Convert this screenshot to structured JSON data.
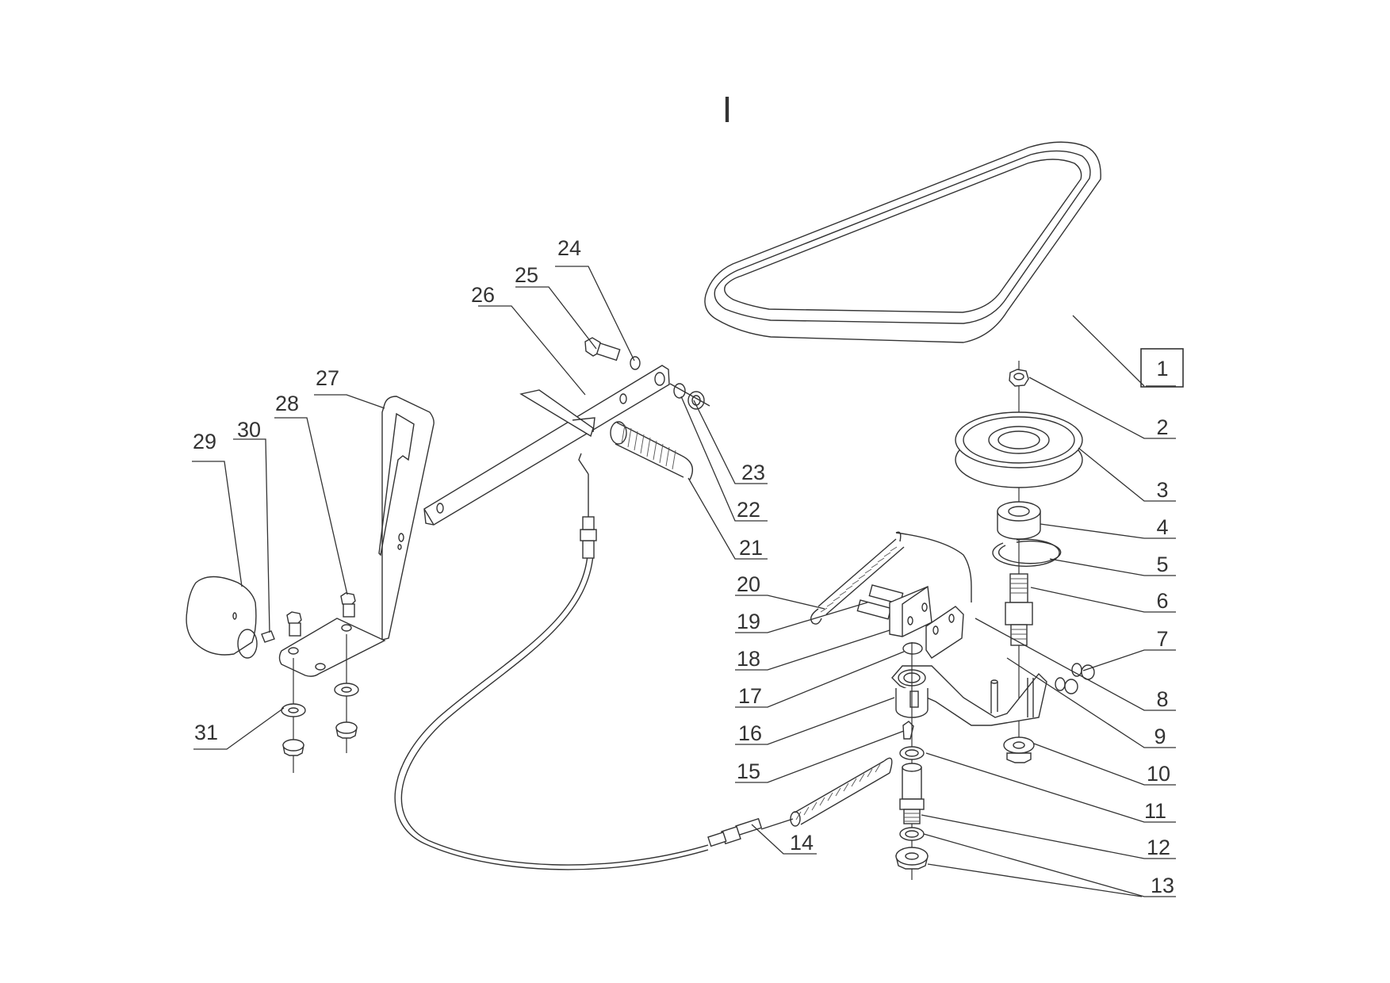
{
  "title": "I",
  "boxed_label": "1",
  "callouts": [
    {
      "n": "1",
      "part": "v-belt"
    },
    {
      "n": "2",
      "part": "nut"
    },
    {
      "n": "3",
      "part": "pulley"
    },
    {
      "n": "4",
      "part": "bearing"
    },
    {
      "n": "5",
      "part": "circlip"
    },
    {
      "n": "6",
      "part": "threaded-spindle"
    },
    {
      "n": "7",
      "part": "nut"
    },
    {
      "n": "8",
      "part": "washer"
    },
    {
      "n": "9",
      "part": "nut"
    },
    {
      "n": "10",
      "part": "flange-nut"
    },
    {
      "n": "11",
      "part": "pivot-bolt"
    },
    {
      "n": "12",
      "part": "washer"
    },
    {
      "n": "13",
      "part": "flange-nut"
    },
    {
      "n": "14",
      "part": "cable"
    },
    {
      "n": "15",
      "part": "grease-nipple"
    },
    {
      "n": "16",
      "part": "tensioner-arm"
    },
    {
      "n": "17",
      "part": "circlip"
    },
    {
      "n": "18",
      "part": "block"
    },
    {
      "n": "19",
      "part": "bolt"
    },
    {
      "n": "20",
      "part": "spring"
    },
    {
      "n": "21",
      "part": "spring"
    },
    {
      "n": "22",
      "part": "washer"
    },
    {
      "n": "23",
      "part": "nut"
    },
    {
      "n": "24",
      "part": "spring-washer"
    },
    {
      "n": "25",
      "part": "bolt"
    },
    {
      "n": "26",
      "part": "lever"
    },
    {
      "n": "27",
      "part": "bracket"
    },
    {
      "n": "28",
      "part": "bolt"
    },
    {
      "n": "29",
      "part": "knob"
    },
    {
      "n": "30",
      "part": "screw"
    },
    {
      "n": "31",
      "part": "washer"
    }
  ]
}
